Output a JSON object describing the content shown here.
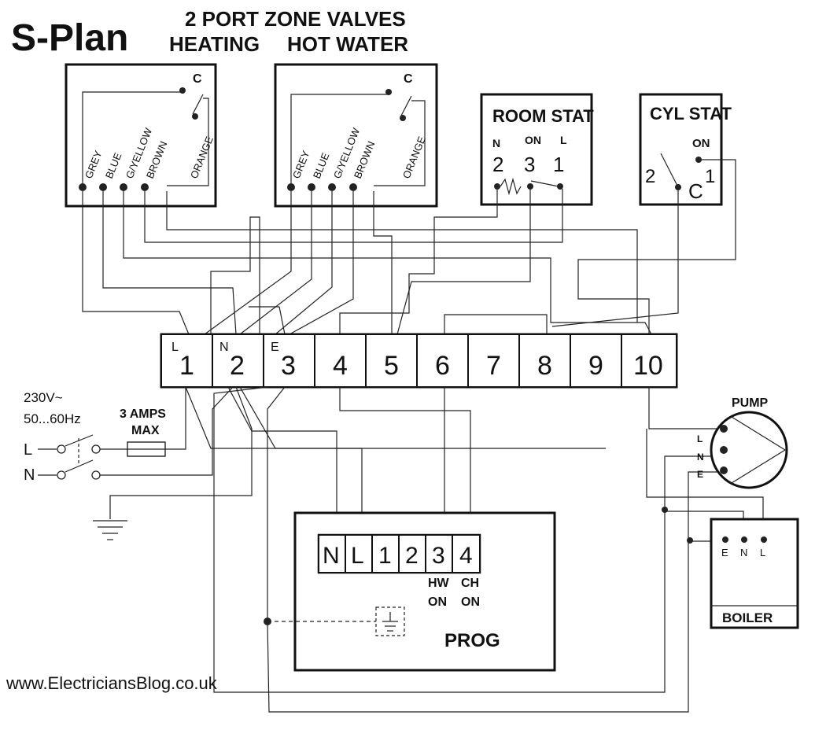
{
  "title": "S-Plan",
  "header": {
    "line1": "2 PORT ZONE VALVES",
    "heating": "HEATING",
    "hot_water": "HOT WATER"
  },
  "valve_wires": [
    "GREY",
    "BLUE",
    "G/YELLOW",
    "BROWN",
    "ORANGE"
  ],
  "valve_switch": "C",
  "room_stat": {
    "title": "ROOM STAT",
    "n": "N",
    "on": "ON",
    "l": "L",
    "t2": "2",
    "t3": "3",
    "t1": "1"
  },
  "cyl_stat": {
    "title": "CYL STAT",
    "on": "ON",
    "t2": "2",
    "t1": "1",
    "c": "C"
  },
  "strip": {
    "terminals": [
      "1",
      "2",
      "3",
      "4",
      "5",
      "6",
      "7",
      "8",
      "9",
      "10"
    ],
    "sup": [
      "L",
      "N",
      "E"
    ]
  },
  "supply": {
    "voltage": "230V~",
    "freq": "50...60Hz",
    "l": "L",
    "n": "N",
    "fuse1": "3 AMPS",
    "fuse2": "MAX"
  },
  "pump": {
    "title": "PUMP",
    "l": "L",
    "n": "N",
    "e": "E"
  },
  "boiler": {
    "title": "BOILER",
    "e": "E",
    "n": "N",
    "l": "L"
  },
  "prog": {
    "title": "PROG",
    "terminals": [
      "N",
      "L",
      "1",
      "2",
      "3",
      "4"
    ],
    "hw1": "HW",
    "hw2": "ON",
    "ch1": "CH",
    "ch2": "ON"
  },
  "website": "www.ElectriciansBlog.co.uk"
}
